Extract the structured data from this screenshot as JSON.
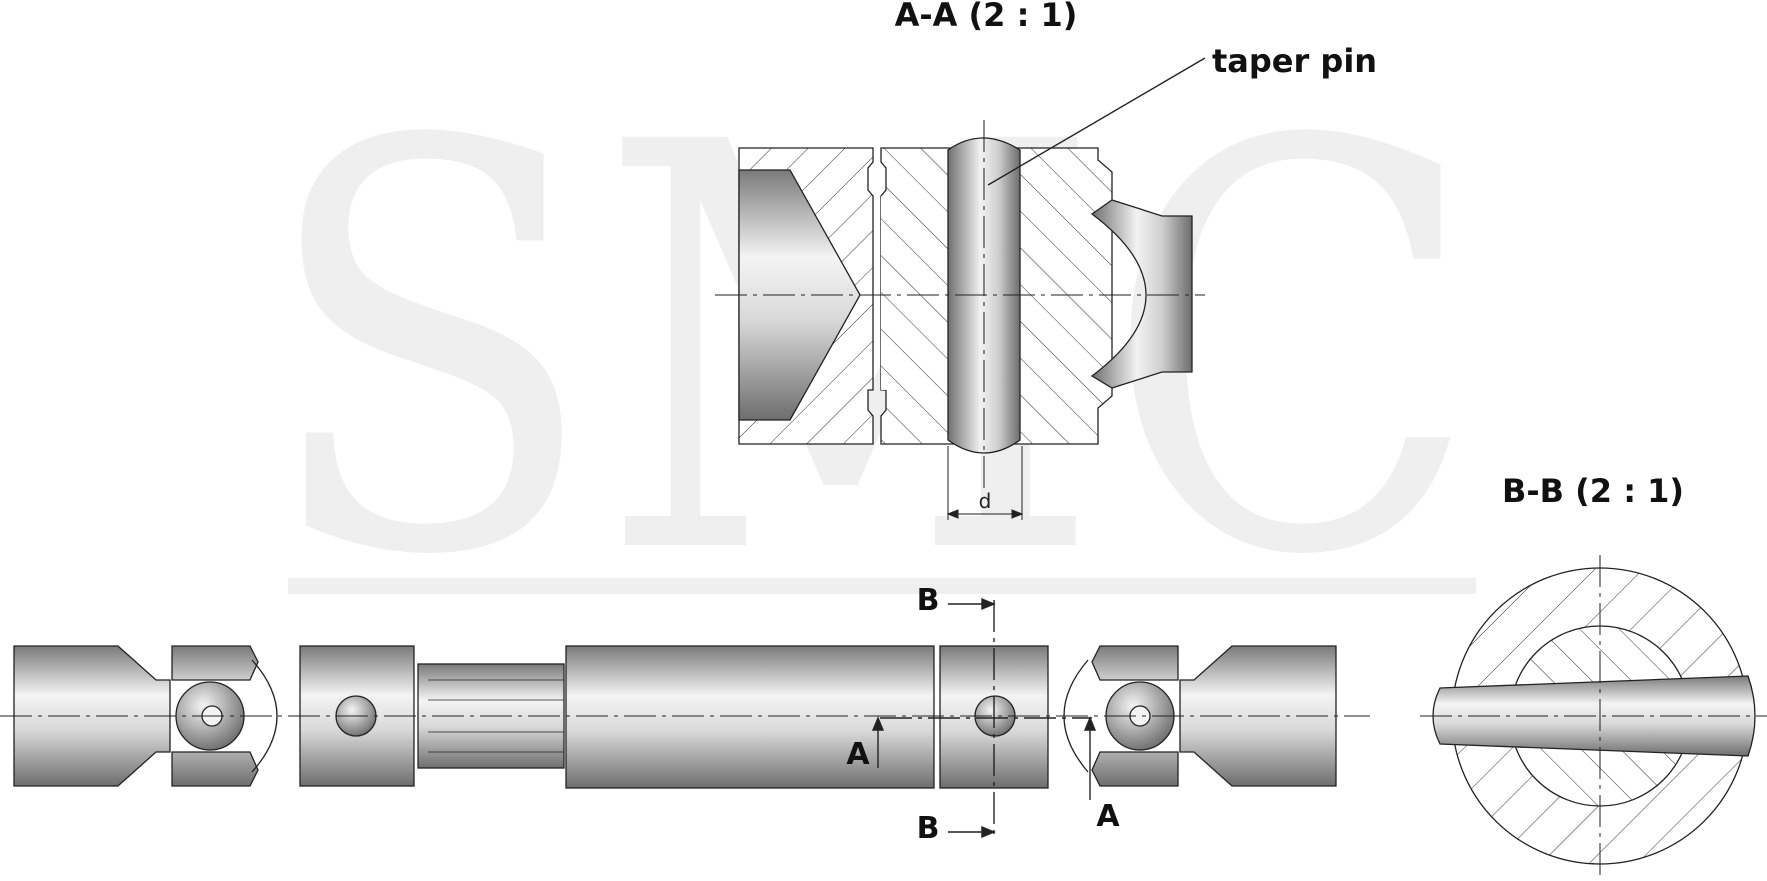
{
  "watermark": {
    "text": "SMC"
  },
  "section_aa": {
    "title": "A-A  (2 : 1)",
    "callout": "taper pin",
    "dimension": "d"
  },
  "section_bb": {
    "title": "B-B  (2 : 1)"
  },
  "cut_marks": {
    "a_left": "A",
    "a_right": "A",
    "b_top": "B",
    "b_bottom": "B"
  },
  "colors": {
    "line": "#222222",
    "hatch": "#333333",
    "steel_dark": "#6f6f6f",
    "steel_light": "#f2f2f2"
  }
}
